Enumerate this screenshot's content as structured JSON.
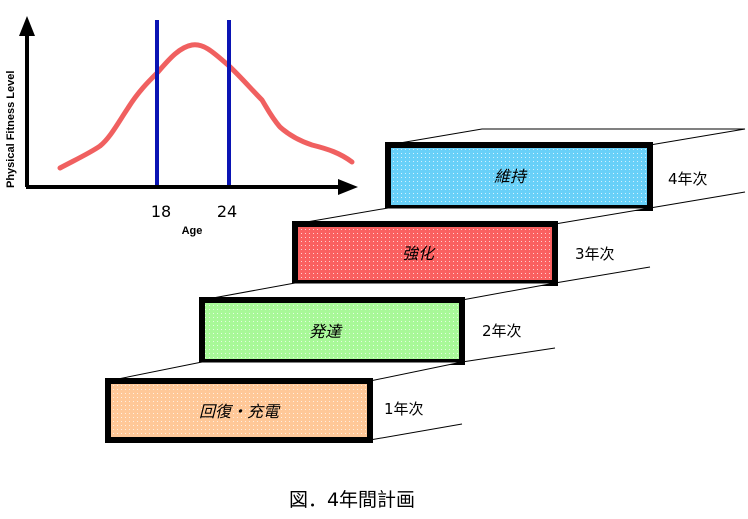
{
  "graph": {
    "y_axis_label": "Physical Fitness Level",
    "x_axis_label": "Age",
    "tick_18": "18",
    "tick_24": "24",
    "curve_color": "#f06060",
    "marker_color": "#0a14b4"
  },
  "steps": [
    {
      "label": "回復・充電",
      "year": "1年次",
      "color": "#ffc898"
    },
    {
      "label": "発達",
      "year": "2年次",
      "color": "#a8f898"
    },
    {
      "label": "強化",
      "year": "3年次",
      "color": "#fa6060"
    },
    {
      "label": "維持",
      "year": "4年次",
      "color": "#68d0f8"
    }
  ],
  "caption": "図．4年間計画"
}
